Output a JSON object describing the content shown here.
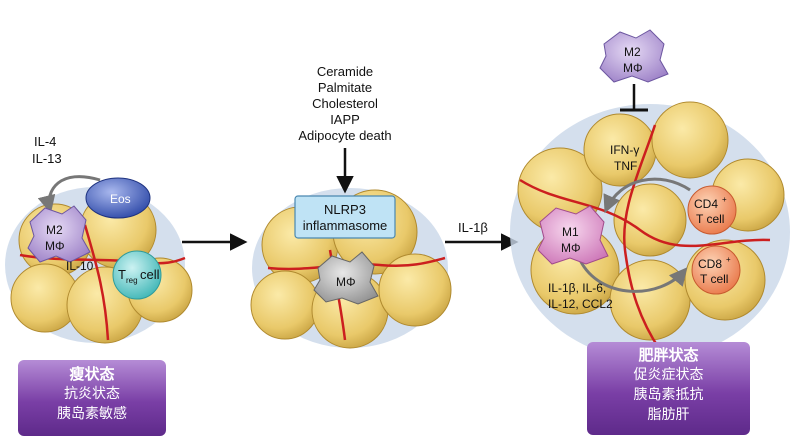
{
  "left": {
    "cytokines": [
      "IL-4",
      "IL-13"
    ],
    "eos": "Eos",
    "m2": [
      "M2",
      "MΦ"
    ],
    "il10": "IL-10",
    "treg": {
      "t": "T",
      "sub": "reg",
      "cell": "cell"
    }
  },
  "middle": {
    "triggers": [
      "Ceramide",
      "Palmitate",
      "Cholesterol",
      "IAPP",
      "Adipocyte death"
    ],
    "nlrp3": [
      "NLRP3",
      "inflammasome"
    ],
    "macrophage": "MΦ"
  },
  "arrow_label": "IL-1β",
  "right": {
    "m2_top": [
      "M2",
      "MΦ"
    ],
    "ifn": [
      "IFN-γ",
      "TNF"
    ],
    "m1": [
      "M1",
      "MΦ"
    ],
    "cd4": {
      "name": "CD4",
      "sup": "+",
      "cell": "T cell"
    },
    "cd8": {
      "name": "CD8",
      "sup": "+",
      "cell": "T cell"
    },
    "cytokines": [
      "IL-1β, IL-6,",
      "IL-12, CCL2"
    ]
  },
  "lean_panel": {
    "title": "瘦状态",
    "lines": [
      "抗炎状态",
      "胰岛素敏感"
    ]
  },
  "obese_panel": {
    "title": "肥胖状态",
    "lines": [
      "促炎症状态",
      "胰岛素抵抗",
      "脂肪肝"
    ]
  },
  "colors": {
    "adipocyte": "#e9c96a",
    "vessel": "#cc1f1f",
    "panel": "#7a3fa6",
    "m2": "#b7a0d8",
    "m1": "#d98fc7",
    "tcell": "#f39a6a",
    "treg": "#66cccc",
    "eos": "#3b55b5"
  }
}
